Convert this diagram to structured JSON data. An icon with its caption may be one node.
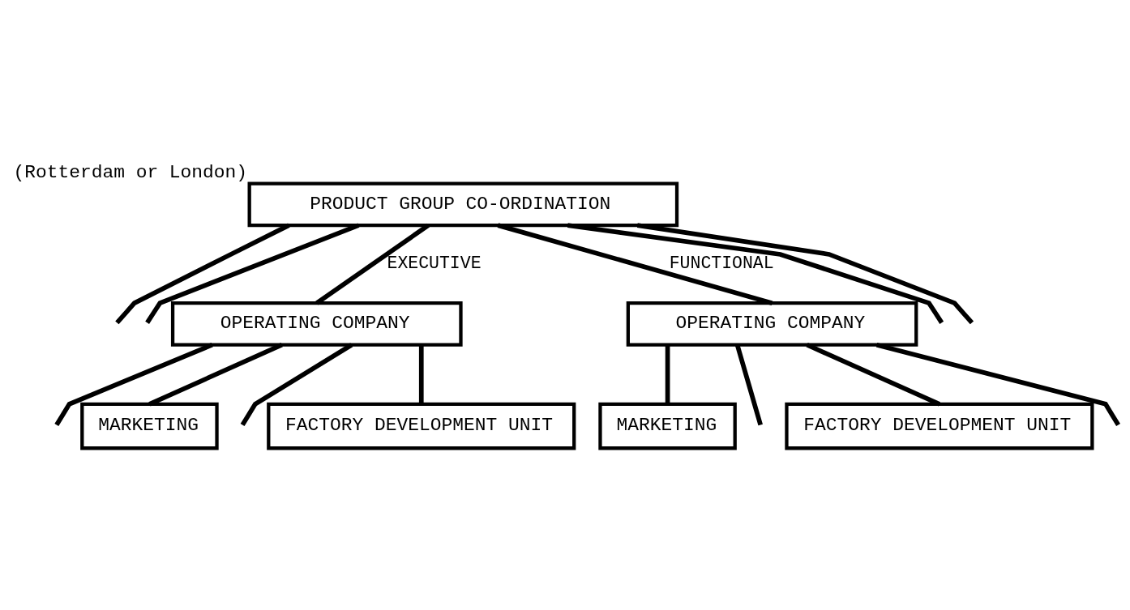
{
  "diagram": {
    "nodes": [
      {
        "text": [
          "PRODUCT GROUP CO-ORDINATION"
        ],
        "beside": [
          "(Rotterdam or London)"
        ]
      },
      {
        "text": [
          "OPERATING COMPANY"
        ]
      },
      {
        "text": [
          "OPERATING COMPANY"
        ]
      },
      {
        "text": [
          "MARKETING"
        ]
      },
      {
        "text": [
          "FACTORY DEVELOPMENT UNIT"
        ]
      },
      {
        "text": [
          "MARKETING"
        ]
      },
      {
        "text": [
          "FACTORY DEVELOPMENT UNIT"
        ]
      }
    ],
    "edges": [
      {
        "from": 0,
        "to": null,
        "arrow": "none"
      },
      {
        "from": 0,
        "to": null,
        "arrow": "none"
      },
      {
        "from": 0,
        "to": 1,
        "arrow": "none",
        "label": "EXECUTIVE"
      },
      {
        "from": 0,
        "to": 2,
        "arrow": "none",
        "label": "FUNCTIONAL"
      },
      {
        "from": 0,
        "to": null,
        "arrow": "none"
      },
      {
        "from": 0,
        "to": null,
        "arrow": "none"
      },
      {
        "from": 1,
        "to": null,
        "arrow": "none"
      },
      {
        "from": 1,
        "to": 3,
        "arrow": "none"
      },
      {
        "from": 1,
        "to": null,
        "arrow": "none"
      },
      {
        "from": 1,
        "to": 4,
        "arrow": "none"
      },
      {
        "from": 2,
        "to": 5,
        "arrow": "none"
      },
      {
        "from": 2,
        "to": null,
        "arrow": "none"
      },
      {
        "from": 2,
        "to": 6,
        "arrow": "none"
      },
      {
        "from": 2,
        "to": null,
        "arrow": "none"
      }
    ]
  }
}
